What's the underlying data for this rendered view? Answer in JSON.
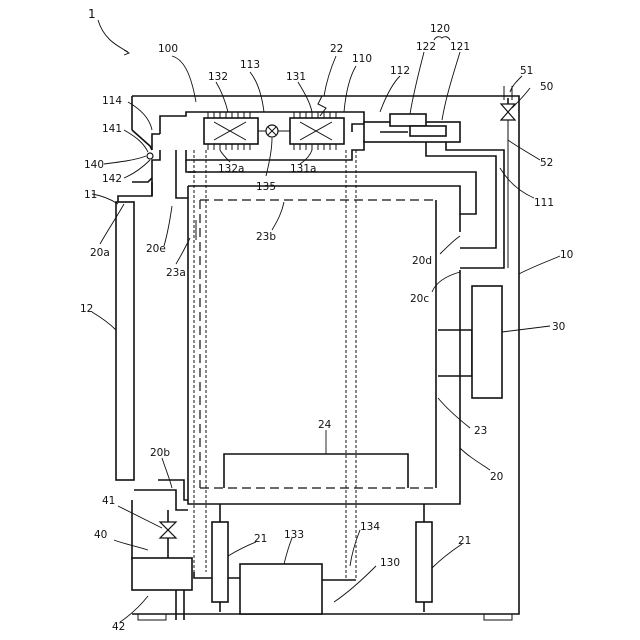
{
  "labels": {
    "fig": "1",
    "n100": "100",
    "n113": "113",
    "n22": "22",
    "n110": "110",
    "n112": "112",
    "n120": "120",
    "n122": "122",
    "n121": "121",
    "n51": "51",
    "n50": "50",
    "n132": "132",
    "n131": "131",
    "n114": "114",
    "n141": "141",
    "n140": "140",
    "n142": "142",
    "n132a": "132a",
    "n131a": "131a",
    "n135": "135",
    "n52": "52",
    "n111": "111",
    "n11": "11",
    "n20a": "20a",
    "n20e": "20e",
    "n23a": "23a",
    "n23b": "23b",
    "n20d": "20d",
    "n20c": "20c",
    "n10": "10",
    "n12": "12",
    "n30": "30",
    "n24": "24",
    "n23": "23",
    "n20": "20",
    "n20b": "20b",
    "n41": "41",
    "n40": "40",
    "n21_left": "21",
    "n133": "133",
    "n134": "134",
    "n130": "130",
    "n21_right": "21",
    "n42": "42"
  }
}
